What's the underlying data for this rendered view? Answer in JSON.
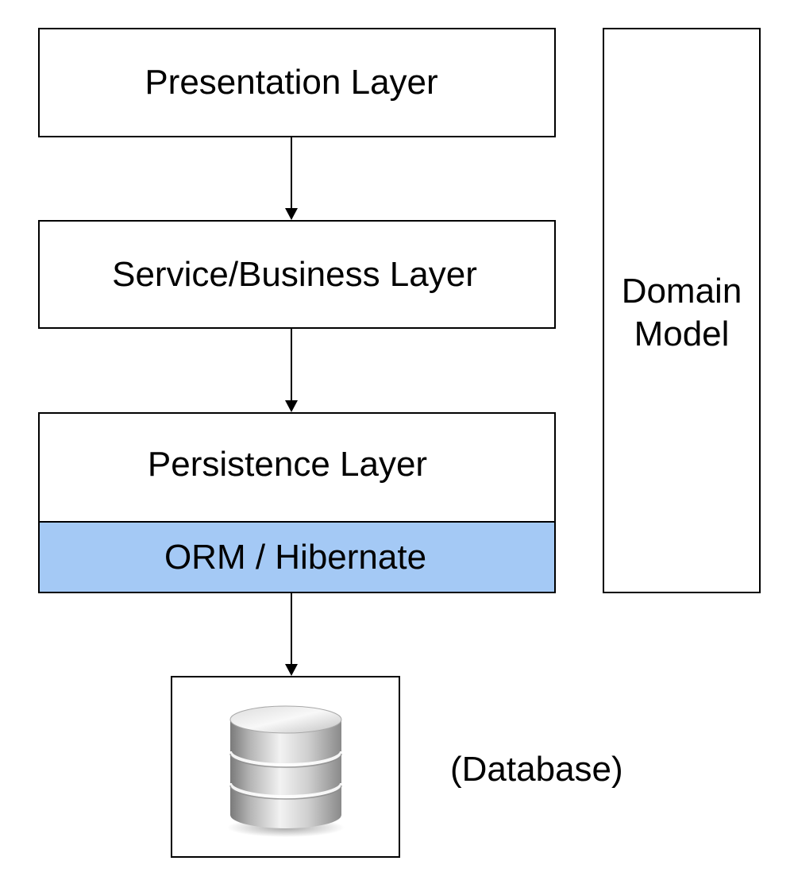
{
  "layers": {
    "presentation": "Presentation Layer",
    "service": "Service/Business Layer",
    "persistence": "Persistence Layer",
    "orm": "ORM / Hibernate"
  },
  "domain_model": "Domain\nModel",
  "database": {
    "icon": "database-icon",
    "caption": "(Database)"
  },
  "colors": {
    "orm_fill": "#a4c9f5",
    "border": "#000000"
  }
}
